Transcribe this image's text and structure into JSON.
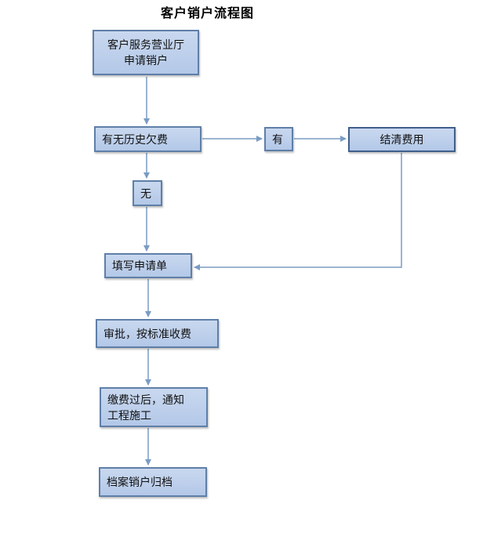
{
  "title": "客户销户流程图",
  "nodes": {
    "apply": {
      "lines": [
        "客户服务营业厅",
        "申请销户"
      ]
    },
    "check_arrears": {
      "label": "有无历史欠费"
    },
    "has": {
      "label": "有"
    },
    "settle": {
      "label": "结清费用"
    },
    "none": {
      "label": "无"
    },
    "fill_form": {
      "label": "填写申请单"
    },
    "approve": {
      "label": "审批，按标准收费"
    },
    "notify": {
      "lines": [
        "缴费过后，通知",
        "工程施工"
      ]
    },
    "archive": {
      "label": "档案销户归档"
    }
  },
  "colors": {
    "box_fill": "#c0d2ec",
    "box_border": "#5f7fa8",
    "arrow": "#7a9cc4"
  }
}
